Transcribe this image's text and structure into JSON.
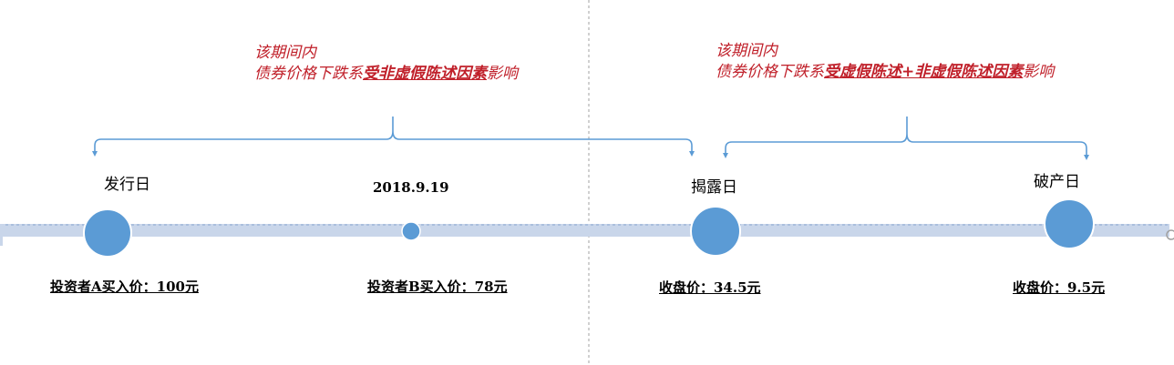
{
  "timeline": {
    "events": [
      {
        "label": "发行日",
        "price_label": "投资者A买入价：100元"
      },
      {
        "label": "2018.9.19",
        "price_label": "投资者B买入价：78元"
      },
      {
        "label": "揭露日",
        "price_label": "收盘价：34.5元"
      },
      {
        "label": "破产日",
        "price_label": "收盘价：9.5元"
      }
    ]
  },
  "notes": [
    {
      "line1": "该期间内",
      "prefix": "债券价格下跌系",
      "emphasis": "受非虚假陈述因素",
      "suffix": "影响"
    },
    {
      "line1": "该期间内",
      "prefix": "债券价格下跌系",
      "emphasis": "受虚假陈述+非虚假陈述因素",
      "suffix": "影响"
    }
  ],
  "colors": {
    "track": "#c9d6ea",
    "marker": "#5b9bd5",
    "bracket": "#5b9bd5",
    "divider": "#a0a0a0",
    "note_text": "#c0202a"
  }
}
